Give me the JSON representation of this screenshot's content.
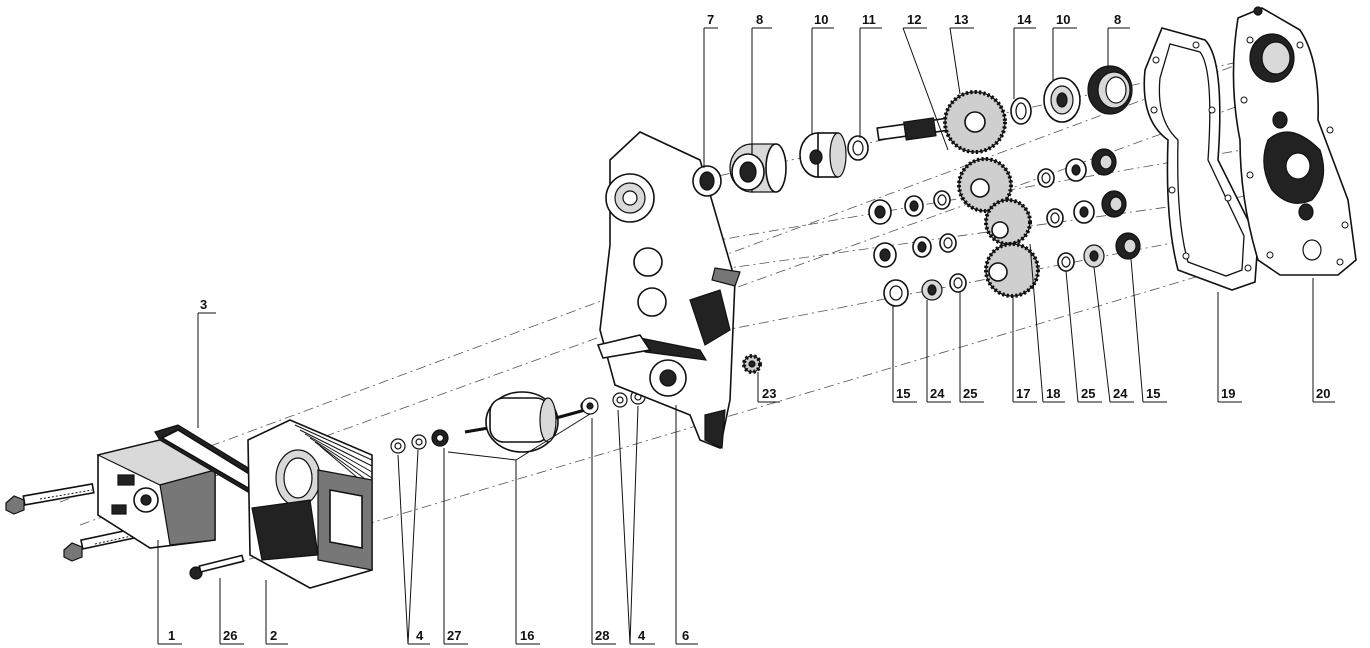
{
  "callouts": [
    {
      "id": "c7",
      "label": "7"
    },
    {
      "id": "c8a",
      "label": "8"
    },
    {
      "id": "c10a",
      "label": "10"
    },
    {
      "id": "c11",
      "label": "11"
    },
    {
      "id": "c12",
      "label": "12"
    },
    {
      "id": "c13",
      "label": "13"
    },
    {
      "id": "c14",
      "label": "14"
    },
    {
      "id": "c10b",
      "label": "10"
    },
    {
      "id": "c8b",
      "label": "8"
    },
    {
      "id": "c3",
      "label": "3"
    },
    {
      "id": "c23",
      "label": "23"
    },
    {
      "id": "c15a",
      "label": "15"
    },
    {
      "id": "c24a",
      "label": "24"
    },
    {
      "id": "c25a",
      "label": "25"
    },
    {
      "id": "c17",
      "label": "17"
    },
    {
      "id": "c18",
      "label": "18"
    },
    {
      "id": "c25b",
      "label": "25"
    },
    {
      "id": "c24b",
      "label": "24"
    },
    {
      "id": "c15b",
      "label": "15"
    },
    {
      "id": "c19",
      "label": "19"
    },
    {
      "id": "c20",
      "label": "20"
    },
    {
      "id": "c1",
      "label": "1"
    },
    {
      "id": "c26",
      "label": "26"
    },
    {
      "id": "c2",
      "label": "2"
    },
    {
      "id": "c4a",
      "label": "4"
    },
    {
      "id": "c27",
      "label": "27"
    },
    {
      "id": "c16",
      "label": "16"
    },
    {
      "id": "c28",
      "label": "28"
    },
    {
      "id": "c4b",
      "label": "4"
    },
    {
      "id": "c6",
      "label": "6"
    }
  ]
}
